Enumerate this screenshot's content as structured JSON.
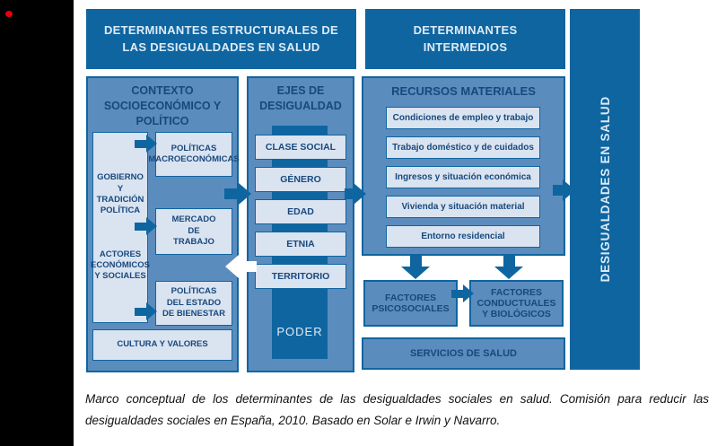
{
  "headers": {
    "structural": "DETERMINANTES ESTRUCTURALES DE LAS DESIGUALDADES EN SALUD",
    "intermediate": "DETERMINANTES INTERMEDIOS"
  },
  "left_panel": {
    "title": "CONTEXTO SOCIOECONÓMICO Y POLÍTICO",
    "side_box": {
      "top": "GOBIERNO Y TRADICIÓN POLÍTICA",
      "bottom": "ACTORES ECONÓMICOS Y SOCIALES"
    },
    "right_boxes": [
      "POLÍTICAS MACROECONÓMICAS",
      "MERCADO DE TRABAJO",
      "POLÍTICAS DEL ESTADO DE BIENESTAR"
    ],
    "bottom_box": "CULTURA Y VALORES"
  },
  "middle_panel": {
    "title": "EJES DE DESIGUALDAD",
    "axes": [
      "CLASE SOCIAL",
      "GÉNERO",
      "EDAD",
      "ETNIA",
      "TERRITORIO"
    ],
    "power": "PODER"
  },
  "right_panel": {
    "title": "RECURSOS MATERIALES",
    "materials": [
      "Condiciones de empleo y trabajo",
      "Trabajo doméstico y de cuidados",
      "Ingresos y situación económica",
      "Vivienda y situación material",
      "Entorno residencial"
    ],
    "factors_psychosocial": "FACTORES PSICOSOCIALES",
    "factors_behavioral": "FACTORES CONDUCTUALES Y BIOLÓGICOS",
    "health_services": "SERVICIOS DE SALUD"
  },
  "outcome_bar": {
    "label": "DESIGUALDADES EN SALUD"
  },
  "caption": "Marco conceptual de los determinantes de las desigualdades sociales en salud. Comisión para reducir las desigualdades sociales en España, 2010. Basado en Solar e Irwin y Navarro.",
  "colors": {
    "dark_blue": "#0f65a0",
    "panel_blue": "#5b8cbe",
    "light_box": "#dae3f0",
    "navy_text": "#17497e",
    "scan_margin": "#000000",
    "red_dot": "#e8000d"
  }
}
